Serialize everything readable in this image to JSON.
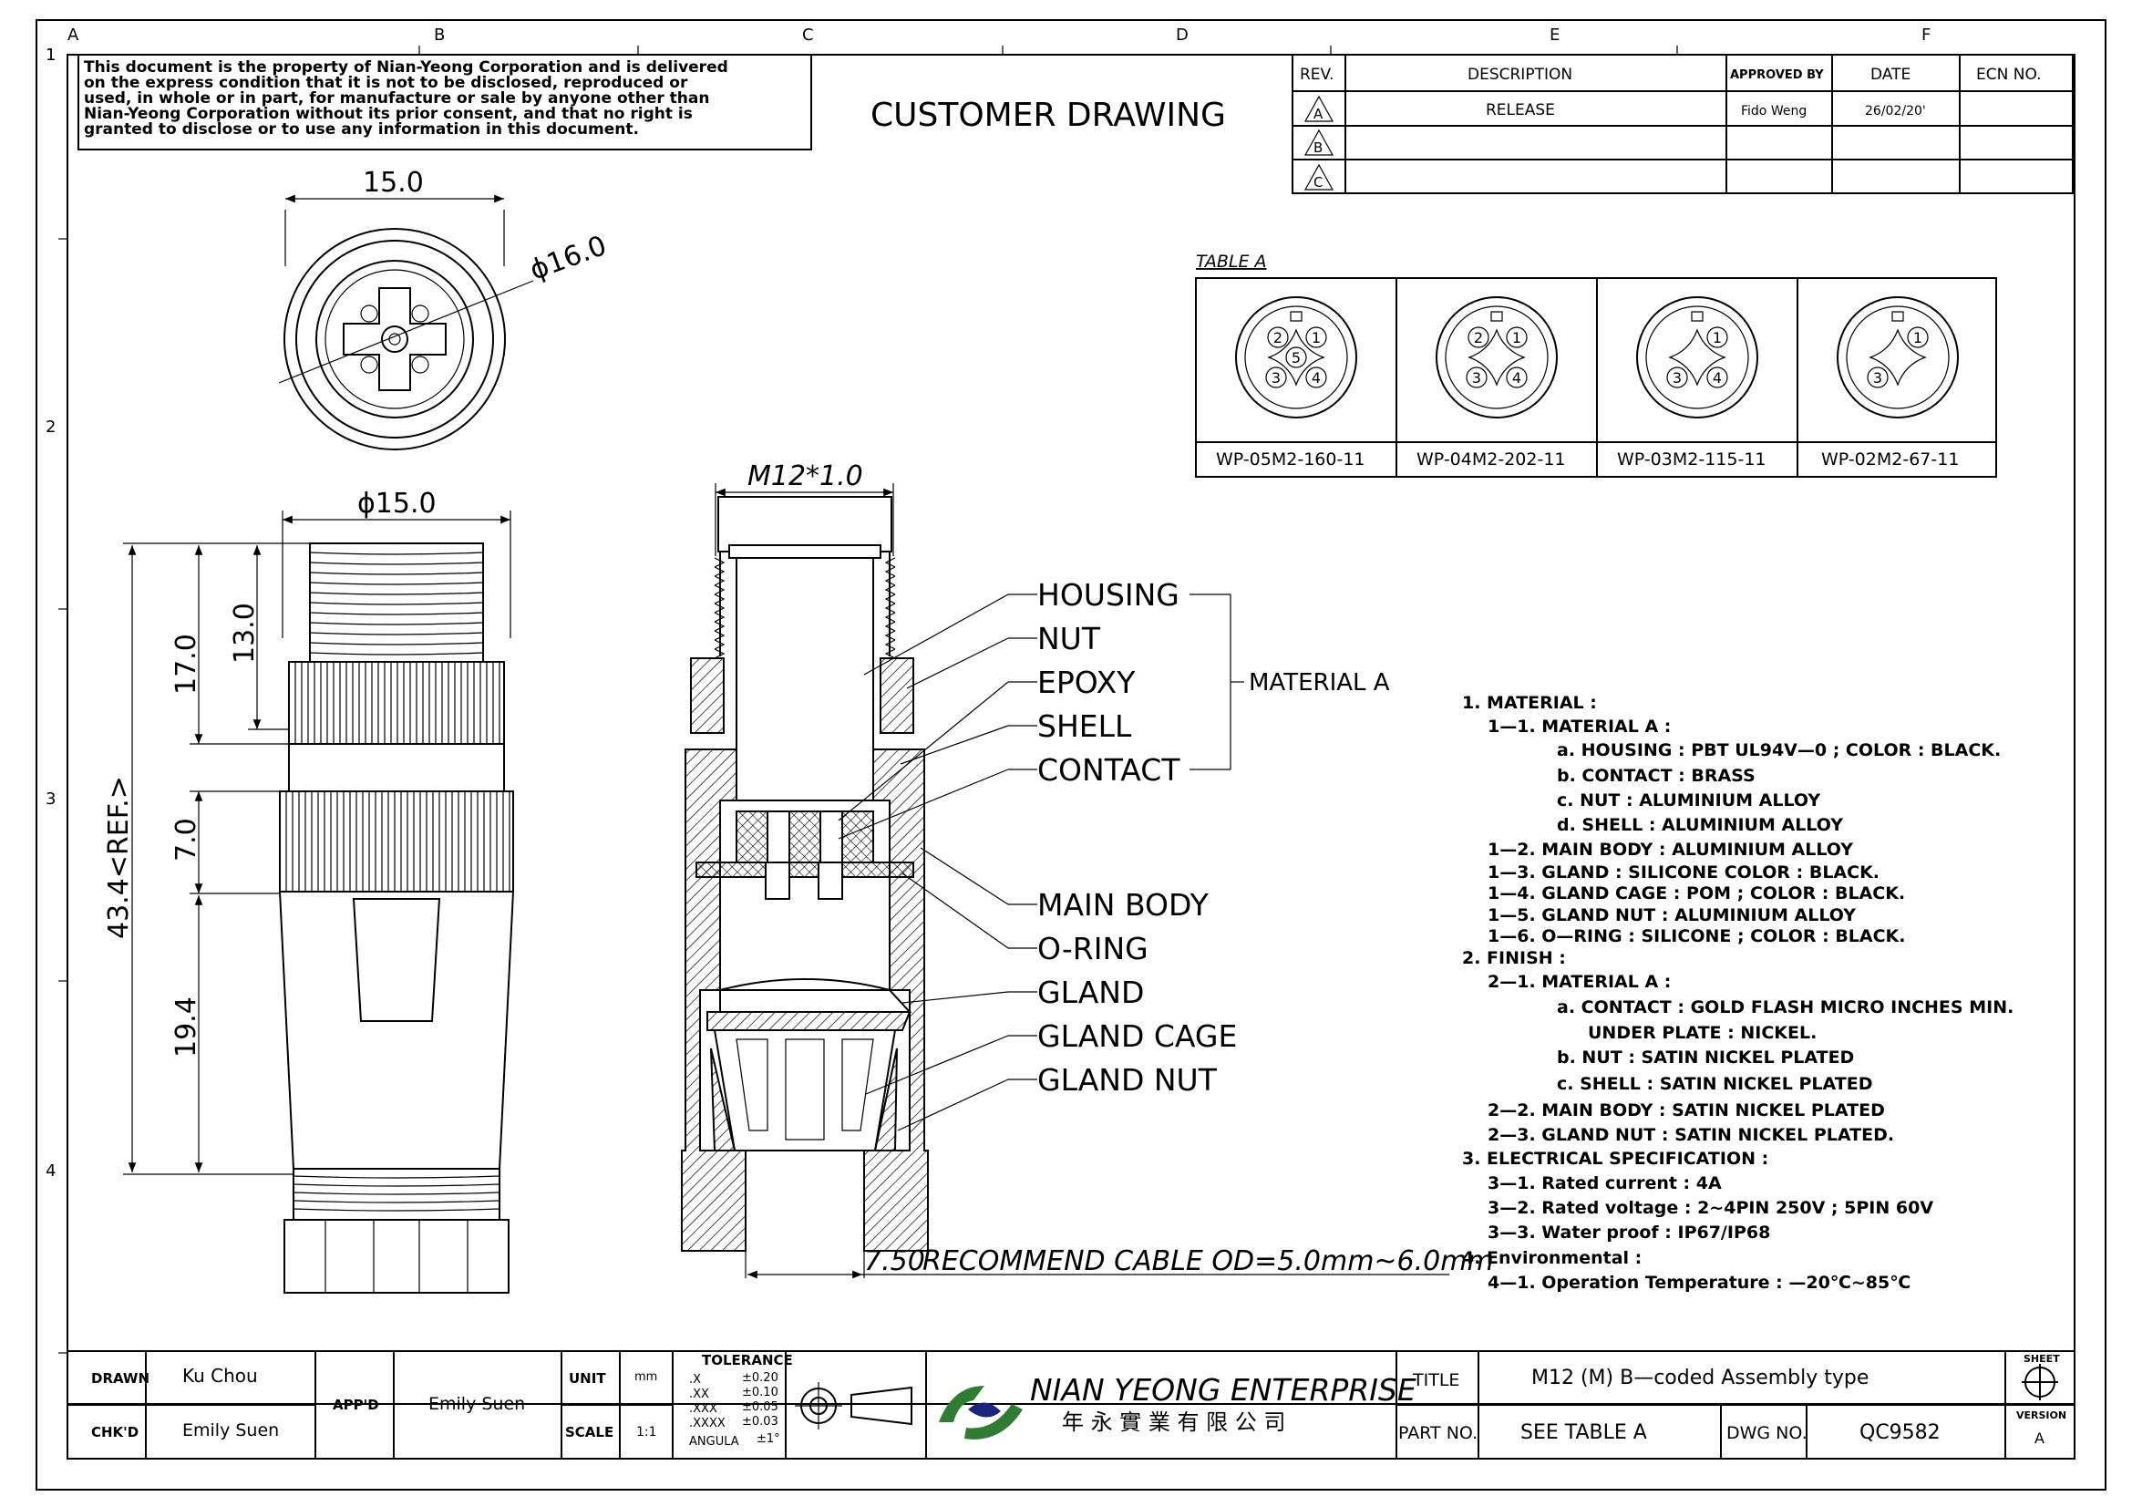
{
  "grid": {
    "columns": [
      "A",
      "B",
      "C",
      "D",
      "E",
      "F"
    ],
    "rows": [
      "1",
      "2",
      "3",
      "4"
    ]
  },
  "notice": [
    "This document is the property of Nian-Yeong Corporation and is delivered",
    "on  the  express condition that it is not to be disclosed, reproduced or",
    "used, in whole or in part, for manufacture or sale by anyone other than",
    "Nian-Yeong Corporation without  its prior consent, and that  no right  is",
    "granted to disclose or to use any information in this  document."
  ],
  "drawing_title": "CUSTOMER  DRAWING",
  "revisions": {
    "headers": {
      "rev": "REV.",
      "description": "DESCRIPTION",
      "approved": "APPROVED BY",
      "date": "DATE",
      "ecn": "ECN NO."
    },
    "rows": [
      {
        "rev": "A",
        "description": "RELEASE",
        "approved": "Fido Weng",
        "date": "26/02/20'",
        "ecn": ""
      },
      {
        "rev": "B",
        "description": "",
        "approved": "",
        "date": "",
        "ecn": ""
      },
      {
        "rev": "C",
        "description": "",
        "approved": "",
        "date": "",
        "ecn": ""
      }
    ]
  },
  "table_a": {
    "title": "TABLE A",
    "parts": [
      {
        "code": "WP-05M2-160-11",
        "pins": [
          "1",
          "2",
          "3",
          "4",
          "5"
        ]
      },
      {
        "code": "WP-04M2-202-11",
        "pins": [
          "1",
          "2",
          "3",
          "4"
        ]
      },
      {
        "code": "WP-03M2-115-11",
        "pins": [
          "1",
          "3",
          "4"
        ]
      },
      {
        "code": "WP-02M2-67-11",
        "pins": [
          "1",
          "3"
        ]
      }
    ]
  },
  "dimensions": {
    "face_width": "15.0",
    "face_diameter": "ϕ16.0",
    "body_diameter": "ϕ15.0",
    "overall_length": "43.4<REF.>",
    "thread_section": "17.0",
    "thread_length": "13.0",
    "nut_section": "7.0",
    "body_section": "19.4",
    "thread_spec": "M12*1.0",
    "cable_dim": "7.50",
    "cable_note": "RECOMMEND CABLE OD=5.0mm~6.0mm"
  },
  "callouts": {
    "group_label": "MATERIAL A",
    "group": [
      "HOUSING",
      "NUT",
      "EPOXY",
      "SHELL",
      "CONTACT"
    ],
    "others": [
      "MAIN BODY",
      "O-RING",
      "GLAND",
      "GLAND CAGE",
      "GLAND NUT"
    ]
  },
  "notes": [
    {
      "level": 0,
      "text": "1.  MATERIAL  :"
    },
    {
      "level": 1,
      "text": "1—1.  MATERIAL  A  :"
    },
    {
      "level": 2,
      "text": "a.  HOUSING  :  PBT  UL94V—0  ;  COLOR  :  BLACK."
    },
    {
      "level": 2,
      "text": "b.  CONTACT  :  BRASS"
    },
    {
      "level": 2,
      "text": "c.  NUT  :  ALUMINIUM  ALLOY"
    },
    {
      "level": 2,
      "text": "d.  SHELL  :  ALUMINIUM  ALLOY"
    },
    {
      "level": 1,
      "text": "1—2.  MAIN  BODY  :  ALUMINIUM  ALLOY"
    },
    {
      "level": 1,
      "text": "1—3.  GLAND  :  SILICONE  COLOR  :  BLACK."
    },
    {
      "level": 1,
      "text": "1—4.  GLAND  CAGE  :  POM  ;  COLOR  :  BLACK."
    },
    {
      "level": 1,
      "text": "1—5.  GLAND  NUT  :  ALUMINIUM  ALLOY"
    },
    {
      "level": 1,
      "text": "1—6.  O—RING  :  SILICONE  ;  COLOR  :  BLACK."
    },
    {
      "level": 0,
      "text": "2.  FINISH  :"
    },
    {
      "level": 1,
      "text": "2—1.  MATERIAL  A  :"
    },
    {
      "level": 2,
      "text": "a.  CONTACT  :  GOLD  FLASH  MICRO  INCHES  MIN."
    },
    {
      "level": 3,
      "text": "UNDER  PLATE  :  NICKEL."
    },
    {
      "level": 2,
      "text": "b.  NUT  :  SATIN  NICKEL  PLATED"
    },
    {
      "level": 2,
      "text": "c.  SHELL  :  SATIN  NICKEL  PLATED"
    },
    {
      "level": 1,
      "text": "2—2.  MAIN  BODY  :  SATIN  NICKEL  PLATED"
    },
    {
      "level": 1,
      "text": "2—3.  GLAND  NUT  :  SATIN  NICKEL  PLATED."
    },
    {
      "level": 0,
      "text": "3.  ELECTRICAL  SPECIFICATION  :"
    },
    {
      "level": 1,
      "text": "3—1.  Rated  current  :  4A"
    },
    {
      "level": 1,
      "text": "3—2.  Rated  voltage  :  2~4PIN  250V  ;  5PIN  60V"
    },
    {
      "level": 1,
      "text": "3—3.  Water  proof  :  IP67/IP68"
    },
    {
      "level": 0,
      "text": "4.  Environmental  :"
    },
    {
      "level": 1,
      "text": "4—1.  Operation  Temperature  :  —20℃~85℃"
    }
  ],
  "title_block": {
    "drawn_label": "DRAWN",
    "drawn": "Ku Chou",
    "chkd_label": "CHK'D",
    "chkd": "Emily Suen",
    "appd_label": "APP'D",
    "appd": "Emily Suen",
    "unit_label": "UNIT",
    "unit": "mm",
    "scale_label": "SCALE",
    "scale": "1:1",
    "tolerance": {
      "title": "TOLERANCE",
      "rows": [
        {
          "fmt": ".X",
          "val": "±0.20"
        },
        {
          "fmt": ".XX",
          "val": "±0.10"
        },
        {
          "fmt": ".XXX",
          "val": "±0.05"
        },
        {
          "fmt": ".XXXX",
          "val": "±0.03"
        },
        {
          "fmt": "ANGULA",
          "val": "±1°"
        }
      ]
    },
    "company": "NIAN YEONG ENTERPRISE",
    "company_cn": "年 永 實 業 有 限 公 司",
    "title_label": "TITLE",
    "title": "M12  (M)  B—coded  Assembly  type",
    "partno_label": "PART NO.",
    "partno": "SEE  TABLE  A",
    "dwgno_label": "DWG NO.",
    "dwgno": "QC9582",
    "sheet_label": "SHEET",
    "version_label": "VERSION",
    "version": "A"
  },
  "colors": {
    "ink": "#000000",
    "logo_green": "#2e7d32",
    "logo_blue": "#1a237e"
  }
}
